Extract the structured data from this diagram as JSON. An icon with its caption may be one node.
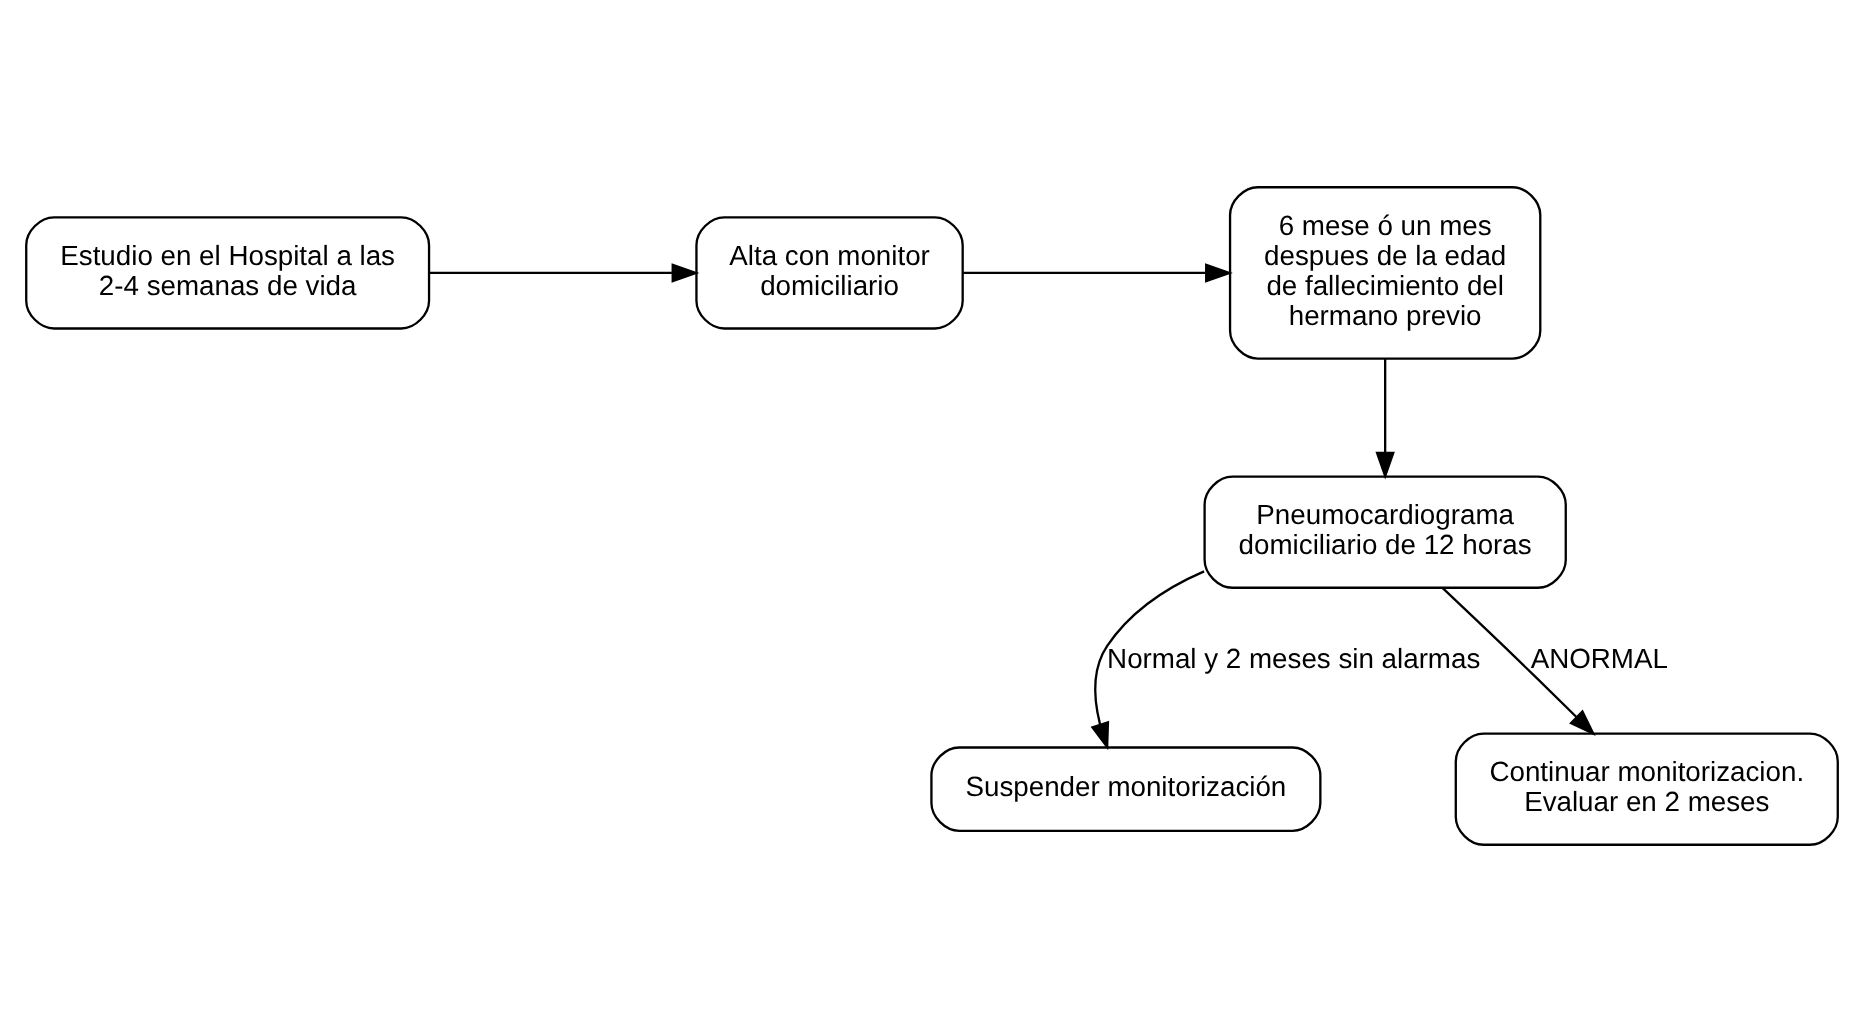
{
  "diagram": {
    "nodes": [
      {
        "text": [
          "Estudio en el Hospital a las 2-4 semanas de vida"
        ]
      },
      {
        "text": [
          "Alta con monitor domiciliario"
        ]
      },
      {
        "text": [
          "6 mese ó un mes despues de la edad de fallecimiento del hermano previo"
        ]
      },
      {
        "text": [
          "Pneumocardiograma domiciliario de 12 horas"
        ]
      },
      {
        "text": [
          "Suspender monitorización"
        ]
      },
      {
        "text": [
          "Continuar monitorizacion. Evaluar en 2 meses"
        ]
      }
    ],
    "edges": [
      {
        "from": 0,
        "to": 1,
        "arrow": "to"
      },
      {
        "from": 1,
        "to": 2,
        "arrow": "to"
      },
      {
        "from": 2,
        "to": 3,
        "arrow": "to"
      },
      {
        "from": 3,
        "to": 4,
        "arrow": "to",
        "label": "Normal y 2 meses sin alarmas"
      },
      {
        "from": 3,
        "to": 5,
        "arrow": "to",
        "label": "ANORMAL"
      }
    ]
  }
}
